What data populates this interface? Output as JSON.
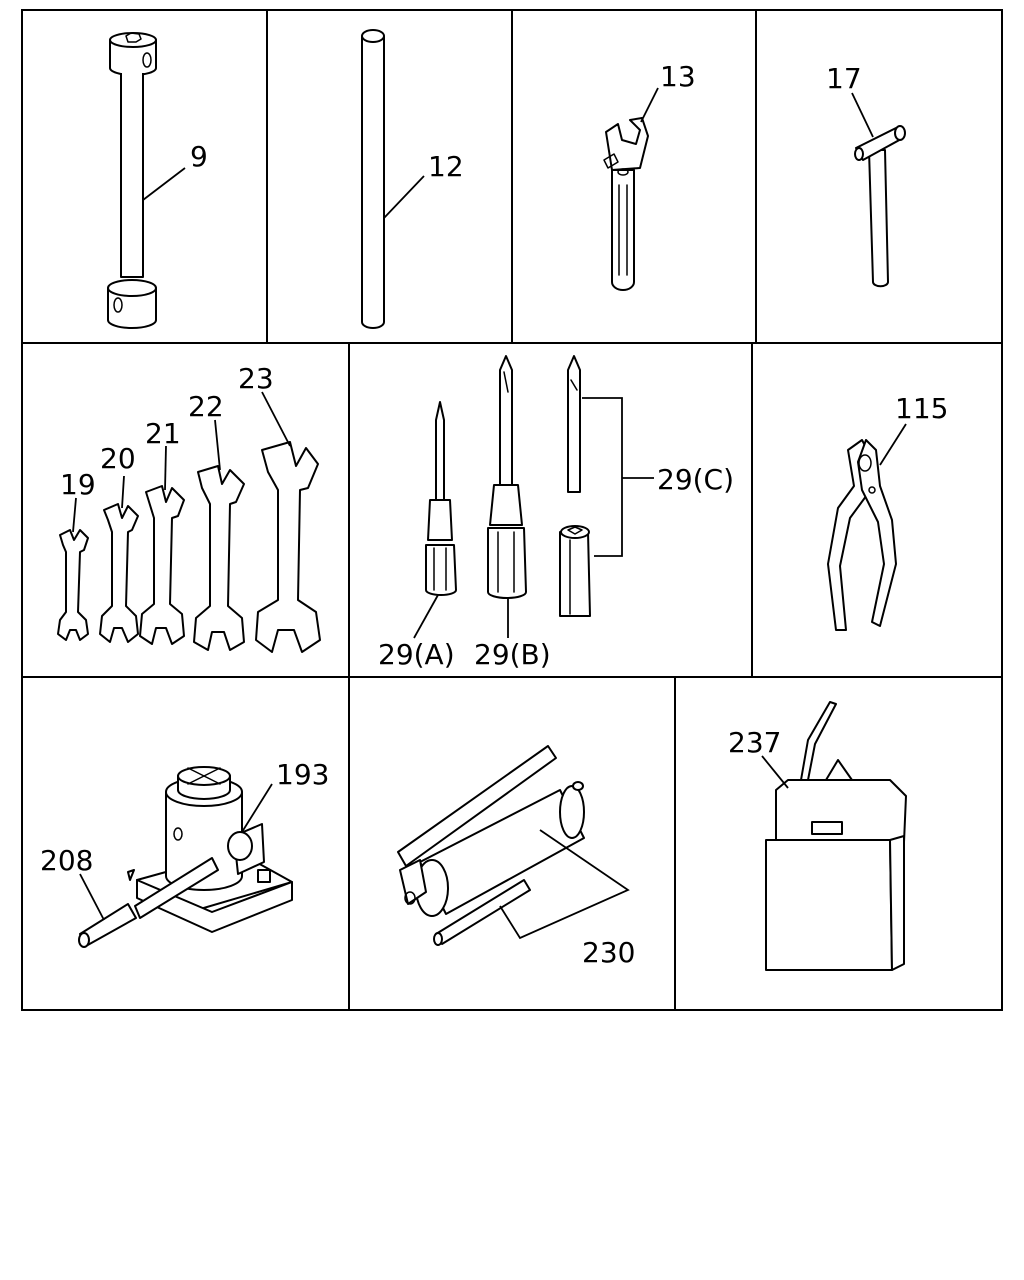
{
  "parts": {
    "box_wrench": "9",
    "bar": "12",
    "adjustable_wrench": "13",
    "hammer": "17",
    "spanner_a": "19",
    "spanner_b": "20",
    "spanner_c": "21",
    "spanner_d": "22",
    "spanner_e": "23",
    "screwdriver_a": "29(A)",
    "screwdriver_b": "29(B)",
    "screwdriver_c": "29(C)",
    "pliers": "115",
    "jack": "193",
    "jack_handle": "208",
    "grease_gun": "230",
    "tool_bag": "237"
  }
}
